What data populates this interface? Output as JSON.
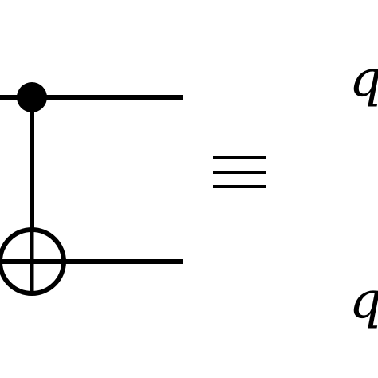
{
  "diagram": {
    "gate": "CNOT",
    "equivalence_symbol": "≡",
    "right_labels": [
      "q",
      "q"
    ],
    "colors": {
      "ink": "#000000",
      "background": "#ffffff"
    }
  }
}
